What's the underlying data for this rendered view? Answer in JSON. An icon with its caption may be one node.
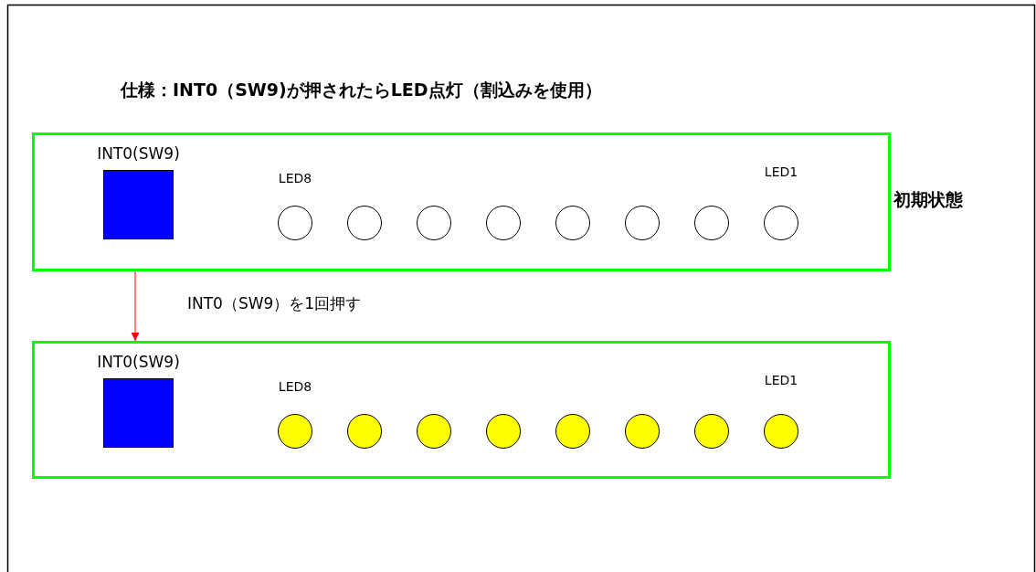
{
  "diagram": {
    "title": "仕様：INT0（SW9)が押されたらLED点灯（割込みを使用）",
    "nodes": [
      {
        "text": [],
        "shape": "box",
        "beside": [
          "初期状態"
        ]
      },
      {
        "text": [
          "INT0(SW9)"
        ],
        "in": 0
      },
      {
        "text": [],
        "shape": "circle",
        "in": 0,
        "beside": [
          "LED8"
        ]
      },
      {
        "text": [],
        "shape": "circle",
        "in": 0
      },
      {
        "text": [],
        "shape": "circle",
        "in": 0
      },
      {
        "text": [],
        "shape": "circle",
        "in": 0
      },
      {
        "text": [],
        "shape": "circle",
        "in": 0
      },
      {
        "text": [],
        "shape": "circle",
        "in": 0
      },
      {
        "text": [],
        "shape": "circle",
        "in": 0
      },
      {
        "text": [],
        "shape": "circle",
        "in": 0,
        "beside": [
          "LED1"
        ]
      },
      {
        "text": [],
        "shape": "box"
      },
      {
        "text": [
          "INT0(SW9)"
        ],
        "in": 10
      },
      {
        "text": [],
        "shape": "circle",
        "in": 10,
        "beside": [
          "LED8"
        ]
      },
      {
        "text": [],
        "shape": "circle",
        "in": 10
      },
      {
        "text": [],
        "shape": "circle",
        "in": 10
      },
      {
        "text": [],
        "shape": "circle",
        "in": 10
      },
      {
        "text": [],
        "shape": "circle",
        "in": 10
      },
      {
        "text": [],
        "shape": "circle",
        "in": 10
      },
      {
        "text": [],
        "shape": "circle",
        "in": 10
      },
      {
        "text": [],
        "shape": "circle",
        "in": 10,
        "beside": [
          "LED1"
        ]
      }
    ],
    "edges": [
      {
        "from": 0,
        "to": 10,
        "arrow": "to",
        "label": "INT0（SW9）を1回押す",
        "color": "#ff0000"
      }
    ]
  }
}
